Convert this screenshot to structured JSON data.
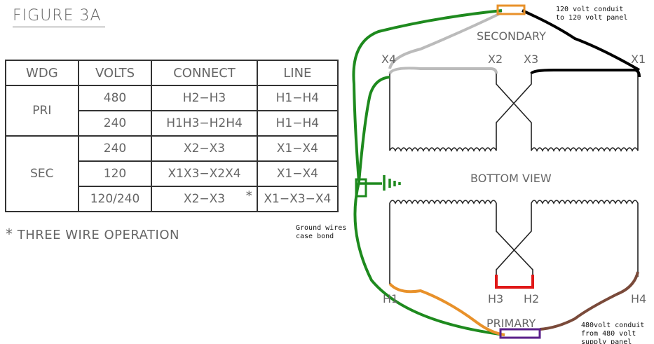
{
  "figure": {
    "title": "FIGURE 3A"
  },
  "table": {
    "headers": [
      "WDG",
      "VOLTS",
      "CONNECT",
      "LINE"
    ],
    "groups": [
      {
        "name": "PRI",
        "rows": [
          {
            "volts": "480",
            "connect": "H2−H3",
            "line": "H1−H4"
          },
          {
            "volts": "240",
            "connect": "H1H3−H2H4",
            "line": "H1−H4"
          }
        ]
      },
      {
        "name": "SEC",
        "rows": [
          {
            "volts": "240",
            "connect": "X2−X3",
            "line": "X1−X4"
          },
          {
            "volts": "120",
            "connect": "X1X3−X2X4",
            "line": "X1−X4"
          },
          {
            "volts": "120/240",
            "connect": "X2−X3",
            "connect_mark": "*",
            "line": "X1−X3−X4"
          }
        ]
      }
    ]
  },
  "footnote": {
    "mark": "*",
    "text": "THREE WIRE OPERATION"
  },
  "diagram": {
    "labels": {
      "secondary": "SECONDARY",
      "bottom_view": "BOTTOM VIEW",
      "primary": "PRIMARY",
      "x4": "X4",
      "x2": "X2",
      "x3": "X3",
      "x1": "X1",
      "h1": "H1",
      "h3": "H3",
      "h2": "H2",
      "h4": "H4"
    },
    "annotations": {
      "conduit_120_line1": "120 volt conduit",
      "conduit_120_line2": "to 120 volt panel",
      "ground_line1": "Ground wires",
      "ground_line2": "case bond",
      "conduit_480_line1": "480volt conduit",
      "conduit_480_line2": "from 480 volt",
      "conduit_480_line3": "supply panel"
    },
    "wire_colors": {
      "ground": "#1e8a1e",
      "x4_lead": "#bbbbbb",
      "x1_lead": "#000000",
      "h1_lead": "#e8912a",
      "h2h3_jumper": "#e01818",
      "h4_lead": "#7a4a3a",
      "top_conduit": "#e8912a",
      "bottom_conduit": "#5a1f8a"
    }
  }
}
